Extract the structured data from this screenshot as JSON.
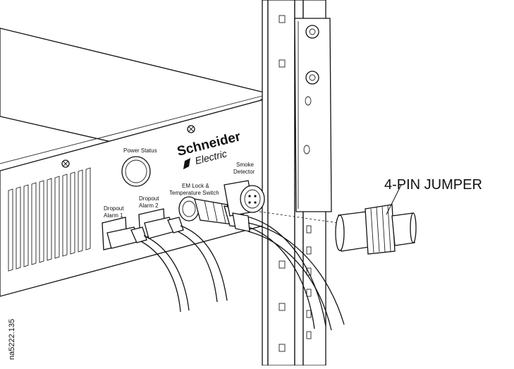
{
  "callout": {
    "text": "4-PIN JUMPER"
  },
  "brand": {
    "name_line1": "Schneider",
    "name_line2": "Electric"
  },
  "labels": {
    "power_status": "Power Status",
    "dropout_alarm_1_line1": "Dropout",
    "dropout_alarm_1_line2": "Alarm 1",
    "dropout_alarm_2_line1": "Dropout",
    "dropout_alarm_2_line2": "Alarm 2",
    "em_lock_line1": "EM Lock &",
    "em_lock_line2": "Temperature Switch",
    "smoke_line1": "Smoke",
    "smoke_line2": "Detector"
  },
  "figure_id": "na5222.135"
}
